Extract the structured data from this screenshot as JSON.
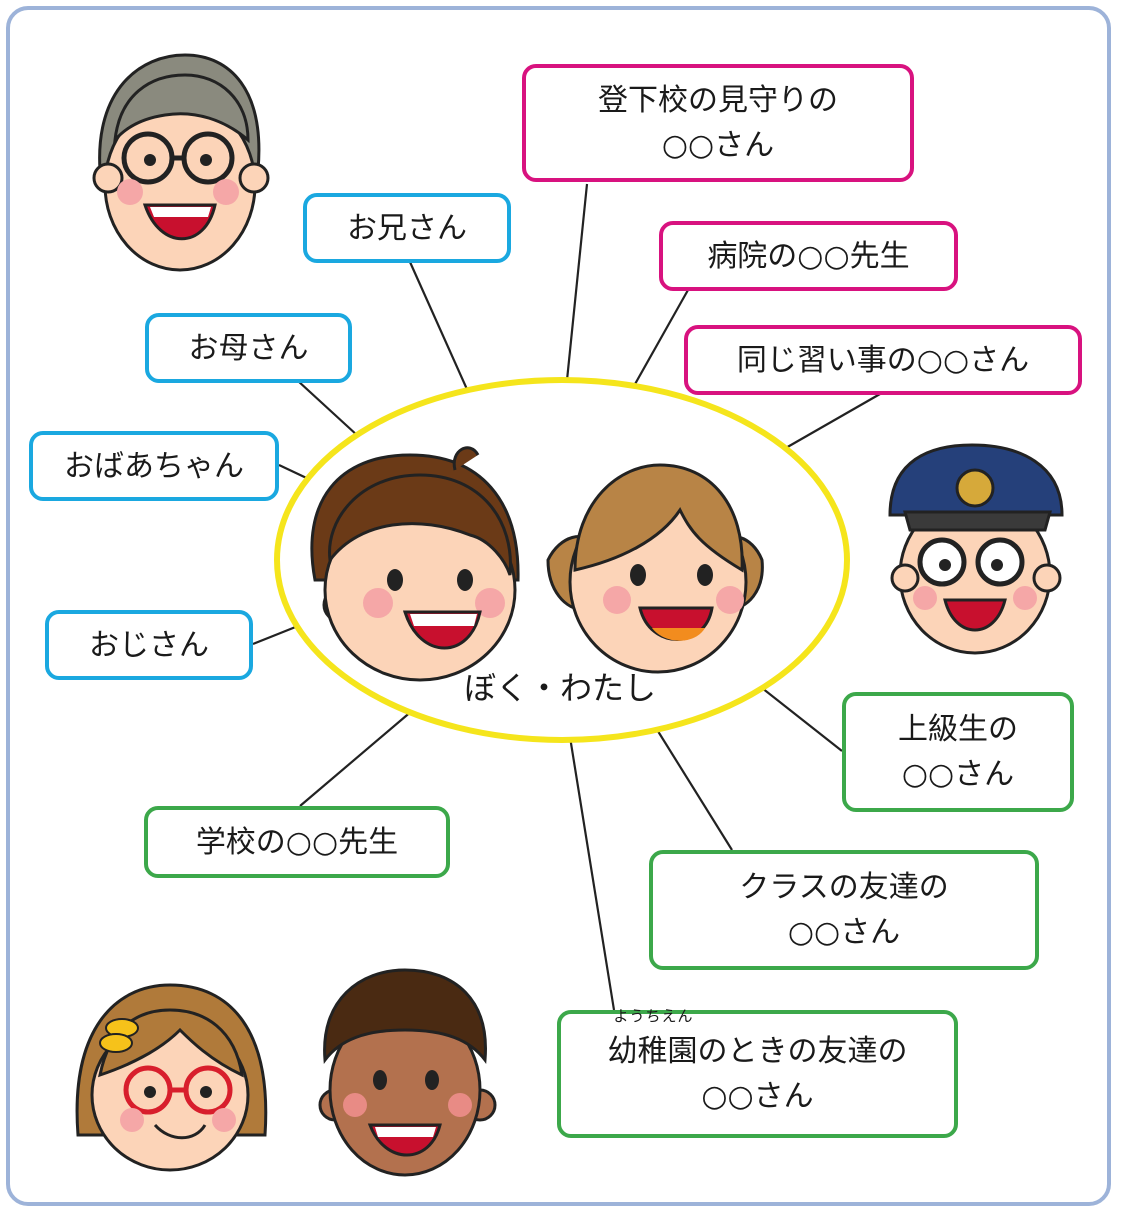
{
  "center": {
    "label": "ぼく・わたし"
  },
  "boxes": {
    "mimamori": {
      "line1": "登下校の見守りの",
      "line2": "○○さん"
    },
    "oniisan": {
      "label": "お兄さん"
    },
    "byouin": {
      "label": "病院の○○先生"
    },
    "okaasan": {
      "label": "お母さん"
    },
    "naraigoto": {
      "label": "同じ習い事の○○さん"
    },
    "obaachan": {
      "label": "おばあちゃん"
    },
    "ojisan": {
      "label": "おじさん"
    },
    "joukyuusei": {
      "line1": "上級生の",
      "line2": "○○さん"
    },
    "gakkou": {
      "label": "学校の○○先生"
    },
    "class": {
      "line1": "クラスの友達の",
      "line2": "○○さん"
    },
    "youchien": {
      "ruby": "ようちえん",
      "kanji": "幼稚園",
      "rest": "のときの友達の",
      "line2": "○○さん"
    }
  },
  "colors": {
    "family_border": "#1aa8e0",
    "community_border": "#d8127f",
    "school_border": "#3ca84a",
    "center_ellipse": "#f5e51c",
    "frame": "#9db3d9"
  },
  "illustrations": [
    "man-with-glasses",
    "boy",
    "girl-with-pigtails",
    "police-officer",
    "girl-with-red-glasses",
    "curly-haired-boy"
  ]
}
